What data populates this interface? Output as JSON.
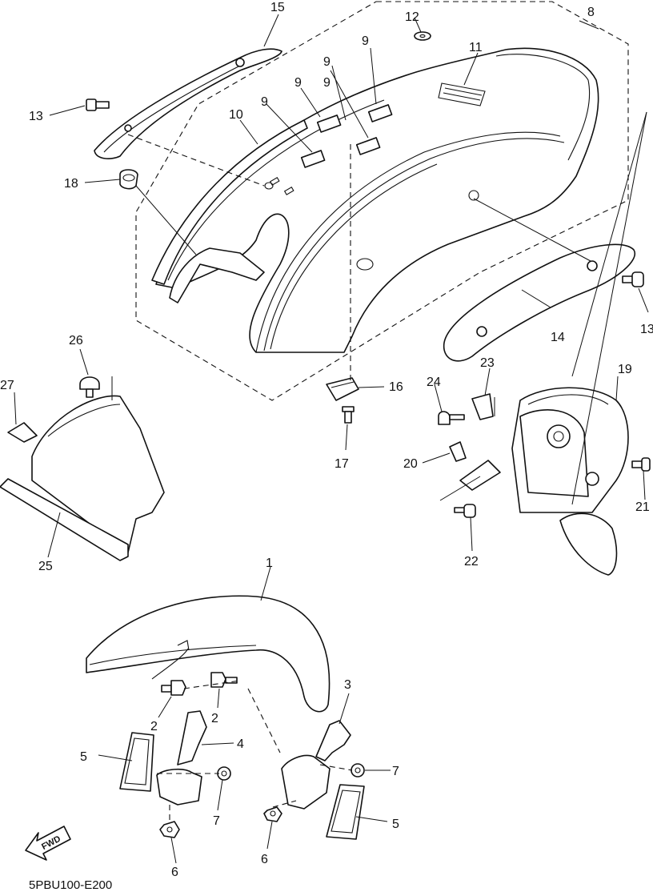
{
  "diagram_code": "5PBU100-E200",
  "fwd_label": "FWD",
  "callouts": {
    "c1": "1",
    "c2a": "2",
    "c2b": "2",
    "c3": "3",
    "c4": "4",
    "c5a": "5",
    "c5b": "5",
    "c6a": "6",
    "c6b": "6",
    "c7a": "7",
    "c7b": "7",
    "c8": "8",
    "c9a": "9",
    "c9b": "9",
    "c9c": "9",
    "c9d": "9",
    "c9e": "9",
    "c10": "10",
    "c11": "11",
    "c12": "12",
    "c13a": "13",
    "c13b": "13",
    "c14": "14",
    "c15": "15",
    "c16": "16",
    "c17": "17",
    "c18": "18",
    "c19": "19",
    "c20": "20",
    "c21": "21",
    "c22": "22",
    "c23": "23",
    "c24": "24",
    "c25": "25",
    "c26": "26",
    "c27": "27"
  }
}
